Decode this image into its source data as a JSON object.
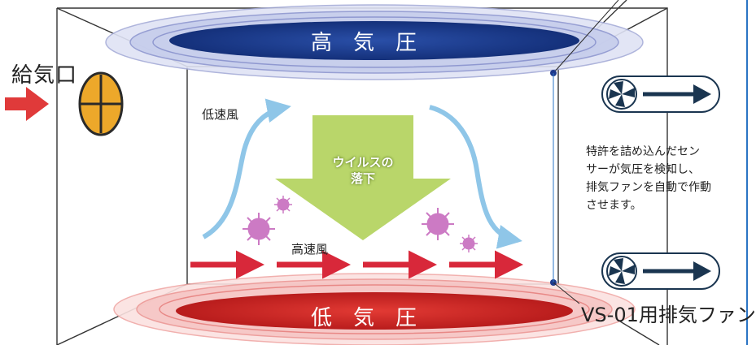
{
  "inlet": {
    "label": "給気口"
  },
  "high_pressure": {
    "label": "高気圧"
  },
  "low_pressure": {
    "label": "低気圧"
  },
  "slow_wind": {
    "label": "低速風"
  },
  "fast_wind": {
    "label": "高速風"
  },
  "virus_fall": {
    "label": "ウイルスの\n落下"
  },
  "sensor_note": {
    "text": "特許を詰め込んだセン\nサーが気圧を検知し、\n排気ファンを自動で作動\nさせます。"
  },
  "fan": {
    "label": "VS-01用排気ファン"
  },
  "colors": {
    "high_pressure": "#1e3a8c",
    "low_pressure": "#d42a2a",
    "inflow_arrow": "#e03a3a",
    "fast_arrow": "#d8283a",
    "slow_arrow": "#8fc6e8",
    "down_arrow": "#b9d66a",
    "virus": "#cc7ac4",
    "inlet_cap": "#eda82a",
    "fan_icon": "#1a3550"
  },
  "icons": [
    "inlet-arrow",
    "inlet-cap-icon",
    "fan-icon",
    "virus-icon",
    "down-arrow"
  ]
}
